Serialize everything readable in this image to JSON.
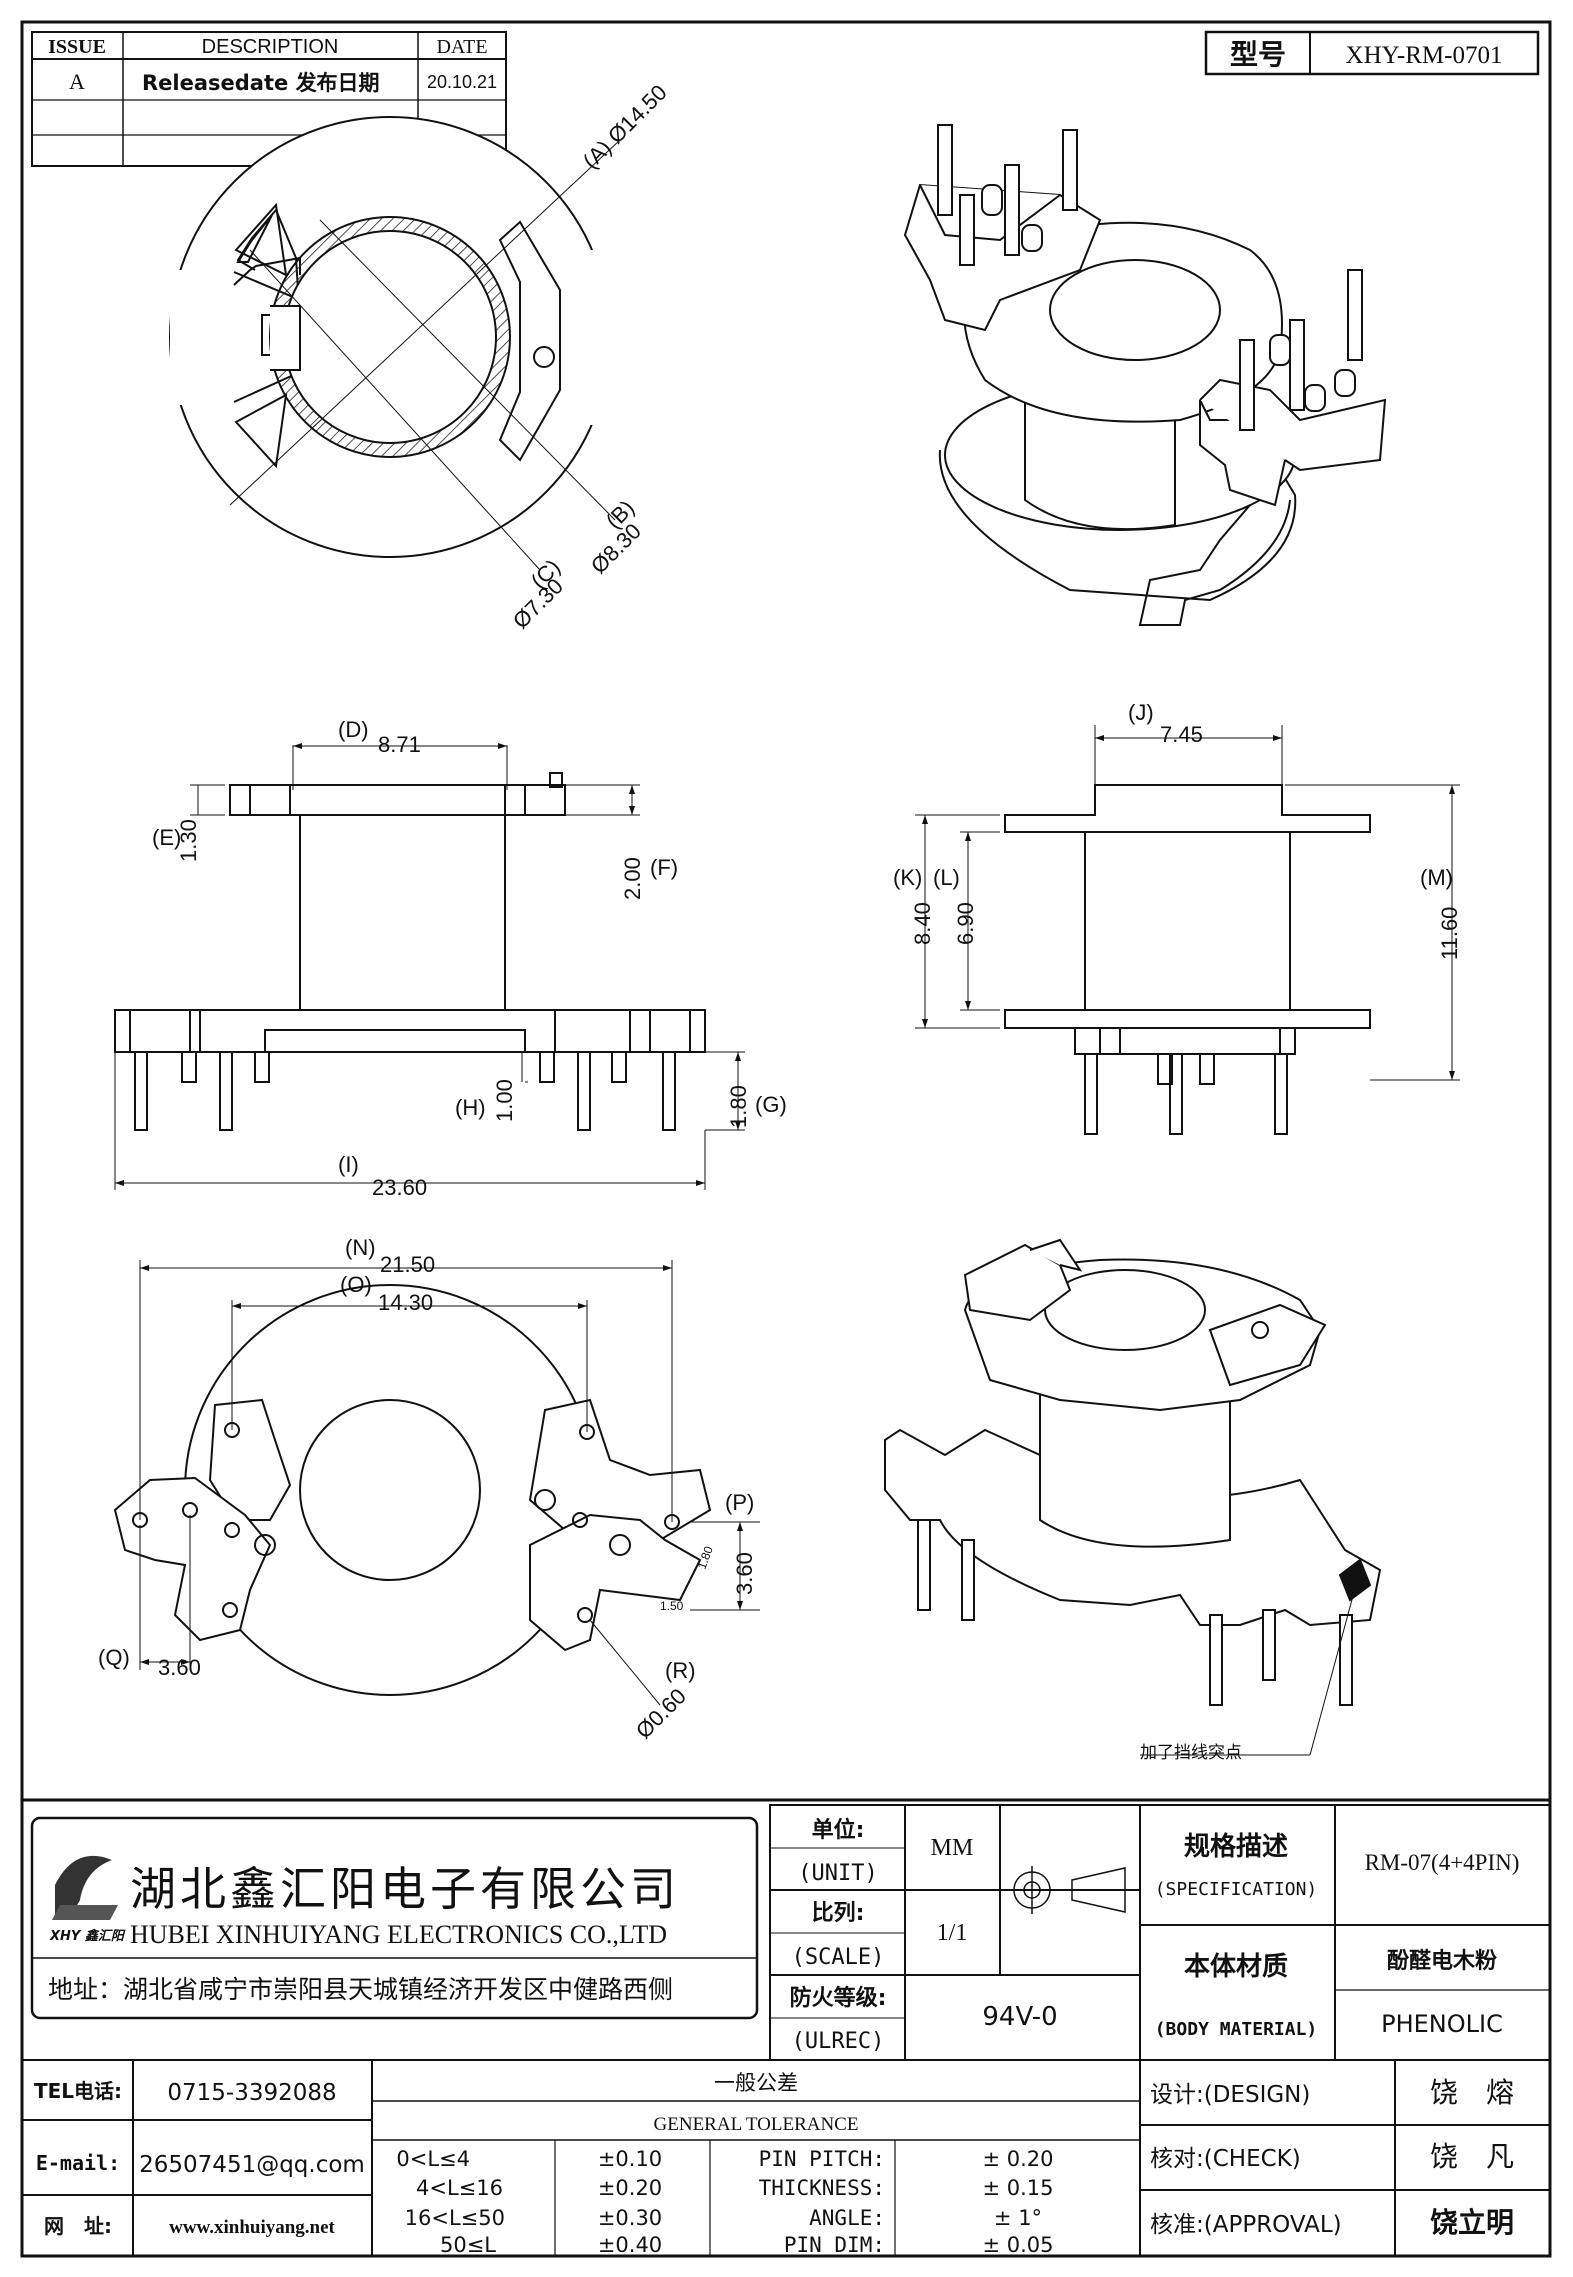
{
  "revision": {
    "headers": {
      "issue": "ISSUE",
      "description": "DESCRIPTION",
      "date": "DATE"
    },
    "rows": [
      {
        "issue": "A",
        "description": "Releasedate 发布日期",
        "date": "20.10.21"
      }
    ]
  },
  "model": {
    "label": "型号",
    "value": "XHY-RM-0701"
  },
  "dimensions": {
    "A": {
      "tag": "(A)",
      "value": "Ø14.50"
    },
    "B": {
      "tag": "(B)",
      "value": "Ø8.30"
    },
    "C": {
      "tag": "(C)",
      "value": "Ø7.30"
    },
    "D": {
      "tag": "(D)",
      "value": "8.71"
    },
    "E": {
      "tag": "(E)",
      "value": "1.30"
    },
    "F": {
      "tag": "(F)",
      "value": "2.00"
    },
    "G": {
      "tag": "(G)",
      "value": "1.80"
    },
    "H": {
      "tag": "(H)",
      "value": "1.00"
    },
    "I": {
      "tag": "(I)",
      "value": "23.60"
    },
    "J": {
      "tag": "(J)",
      "value": "7.45"
    },
    "K": {
      "tag": "(K)",
      "value": "8.40"
    },
    "L": {
      "tag": "(L)",
      "value": "6.90"
    },
    "M": {
      "tag": "(M)",
      "value": "11.60"
    },
    "N": {
      "tag": "(N)",
      "value": "21.50"
    },
    "O": {
      "tag": "(O)",
      "value": "14.30"
    },
    "P": {
      "tag": "(P)",
      "value": "3.60"
    },
    "Q": {
      "tag": "(Q)",
      "value": "3.60"
    },
    "R": {
      "tag": "(R)",
      "value": "Ø0.60"
    },
    "small1": "1.80",
    "small2": "1.50"
  },
  "annotation": "加了挡线突点",
  "company": {
    "name_cn": "湖北鑫汇阳电子有限公司",
    "name_en": "HUBEI XINHUIYANG ELECTRONICS CO.,LTD",
    "logo_text": "XHY 鑫汇阳",
    "address": "地址：湖北省咸宁市崇阳县天城镇经济开发区中健路西侧"
  },
  "title_block": {
    "unit_cn": "单位:",
    "unit_en": "(UNIT)",
    "unit_value": "MM",
    "scale_cn": "比列:",
    "scale_en": "(SCALE)",
    "scale_value": "1/1",
    "fire_cn": "防火等级:",
    "fire_en": "(ULREC)",
    "fire_value": "94V-0",
    "spec_cn": "规格描述",
    "spec_en": "(SPECIFICATION)",
    "spec_value": "RM-07(4+4PIN)",
    "material_cn": "本体材质",
    "material_en": "(BODY MATERIAL)",
    "material_value_cn": "酚醛电木粉",
    "material_value_en": "PHENOLIC"
  },
  "contact": {
    "tel_label": "TEL电话:",
    "tel": "0715-3392088",
    "email_label": "E-mail:",
    "email": "26507451@qq.com",
    "web_label": "网　址:",
    "web": "www.xinhuiyang.net"
  },
  "tolerance": {
    "title_cn": "一般公差",
    "title_en": "GENERAL TOLERANCE",
    "rows": [
      {
        "range": "0<L≤4",
        "tol": "±0.10",
        "item": "PIN PITCH:",
        "value": "± 0.20"
      },
      {
        "range": "4<L≤16",
        "tol": "±0.20",
        "item": "THICKNESS:",
        "value": "± 0.15"
      },
      {
        "range": "16<L≤50",
        "tol": "±0.30",
        "item": "ANGLE:",
        "value": "± 1°"
      },
      {
        "range": "50≤L",
        "tol": "±0.40",
        "item": "PIN DIM:",
        "value": "± 0.05"
      }
    ]
  },
  "signoff": {
    "design_label": "设计:(DESIGN)",
    "design_name": "饶　熔",
    "check_label": "核对:(CHECK)",
    "check_name": "饶　凡",
    "approval_label": "核准:(APPROVAL)",
    "approval_name": "饶立明"
  }
}
